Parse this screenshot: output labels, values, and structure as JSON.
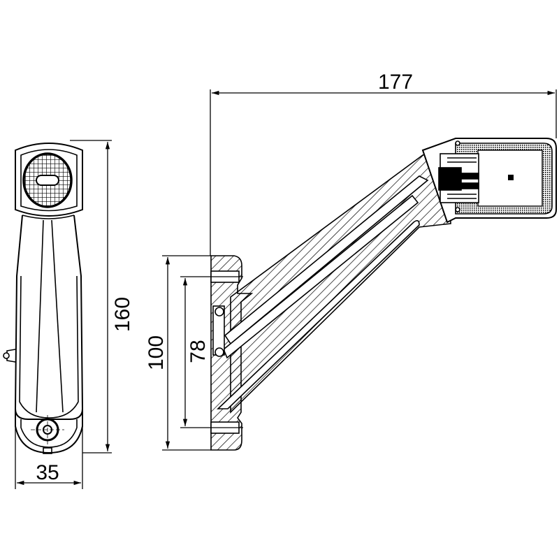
{
  "drawing": {
    "type": "technical-dimension-drawing",
    "subject": "side marker lamp on angled arm",
    "line_color": "#000000",
    "background": "#ffffff",
    "views": [
      "front-view",
      "side-section-view"
    ]
  },
  "dimensions": {
    "overall_length": "177",
    "height": "160",
    "mount_height": "100",
    "hole_spacing": "78",
    "width": "35"
  }
}
